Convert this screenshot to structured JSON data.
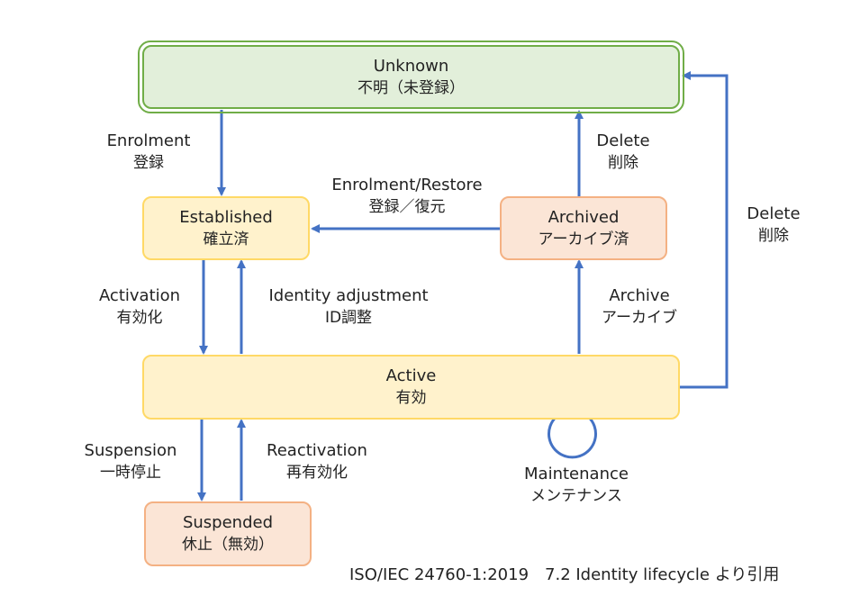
{
  "states": {
    "unknown": {
      "en": "Unknown",
      "ja": "不明（未登録）"
    },
    "established": {
      "en": "Established",
      "ja": "確立済"
    },
    "archived": {
      "en": "Archived",
      "ja": "アーカイブ済"
    },
    "active": {
      "en": "Active",
      "ja": "有効"
    },
    "suspended": {
      "en": "Suspended",
      "ja": "休止（無効）"
    }
  },
  "transitions": {
    "enrolment": {
      "en": "Enrolment",
      "ja": "登録"
    },
    "delete_archived": {
      "en": "Delete",
      "ja": "削除"
    },
    "enrolment_restore": {
      "en": "Enrolment/Restore",
      "ja": "登録／復元"
    },
    "delete_active": {
      "en": "Delete",
      "ja": "削除"
    },
    "activation": {
      "en": "Activation",
      "ja": "有効化"
    },
    "identity_adjustment": {
      "en": "Identity adjustment",
      "ja": "ID調整"
    },
    "archive": {
      "en": "Archive",
      "ja": "アーカイブ"
    },
    "suspension": {
      "en": "Suspension",
      "ja": "一時停止"
    },
    "reactivation": {
      "en": "Reactivation",
      "ja": "再有効化"
    },
    "maintenance": {
      "en": "Maintenance",
      "ja": "メンテナンス"
    }
  },
  "citation": "ISO/IEC 24760-1:2019　7.2 Identity lifecycle より引用",
  "colors": {
    "arrow": "#4472c4",
    "green_fill": "#e2efda",
    "green_border": "#70ad47",
    "yellow_fill": "#fff2cc",
    "yellow_border": "#ffd966",
    "orange_fill": "#fbe5d6",
    "orange_border": "#f4b183"
  }
}
